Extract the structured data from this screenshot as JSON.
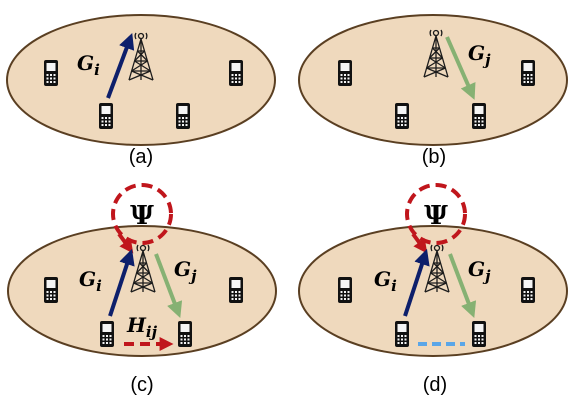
{
  "colors": {
    "ellipse_fill": "#efd9bd",
    "ellipse_stroke": "#5a3f22",
    "uplink_arrow": "#0d1f6b",
    "downlink_arrow": "#86b173",
    "interference": "#c0161c",
    "cancelled_link": "#5aa6e8"
  },
  "icons": [
    "phone-icon",
    "tower-icon"
  ],
  "symbols": {
    "g": "G",
    "i": "i",
    "j": "j",
    "h": "H",
    "ij": "ij",
    "psi": "Ψ"
  },
  "panels": [
    {
      "label": "(a)"
    },
    {
      "label": "(b)"
    },
    {
      "label": "(c)"
    },
    {
      "label": "(d)"
    }
  ]
}
